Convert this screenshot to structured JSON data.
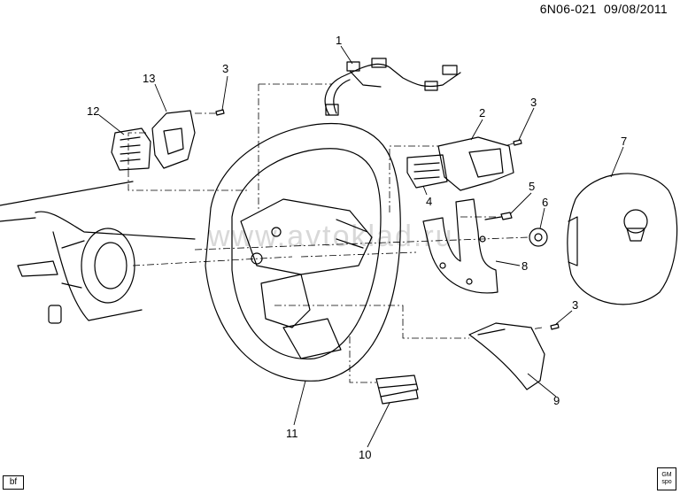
{
  "header": {
    "code": "6N06-021",
    "date": "09/08/2011"
  },
  "corner_tag": "bf",
  "logo": {
    "line1": "GM",
    "line2": "spo"
  },
  "watermark": "www.avtoklad.ru",
  "callouts": {
    "c1": "1",
    "c2": "2",
    "c3a": "3",
    "c3b": "3",
    "c3c": "3",
    "c4": "4",
    "c5": "5",
    "c6": "6",
    "c7": "7",
    "c8": "8",
    "c9": "9",
    "c10": "10",
    "c11": "11",
    "c12": "12",
    "c13": "13"
  }
}
